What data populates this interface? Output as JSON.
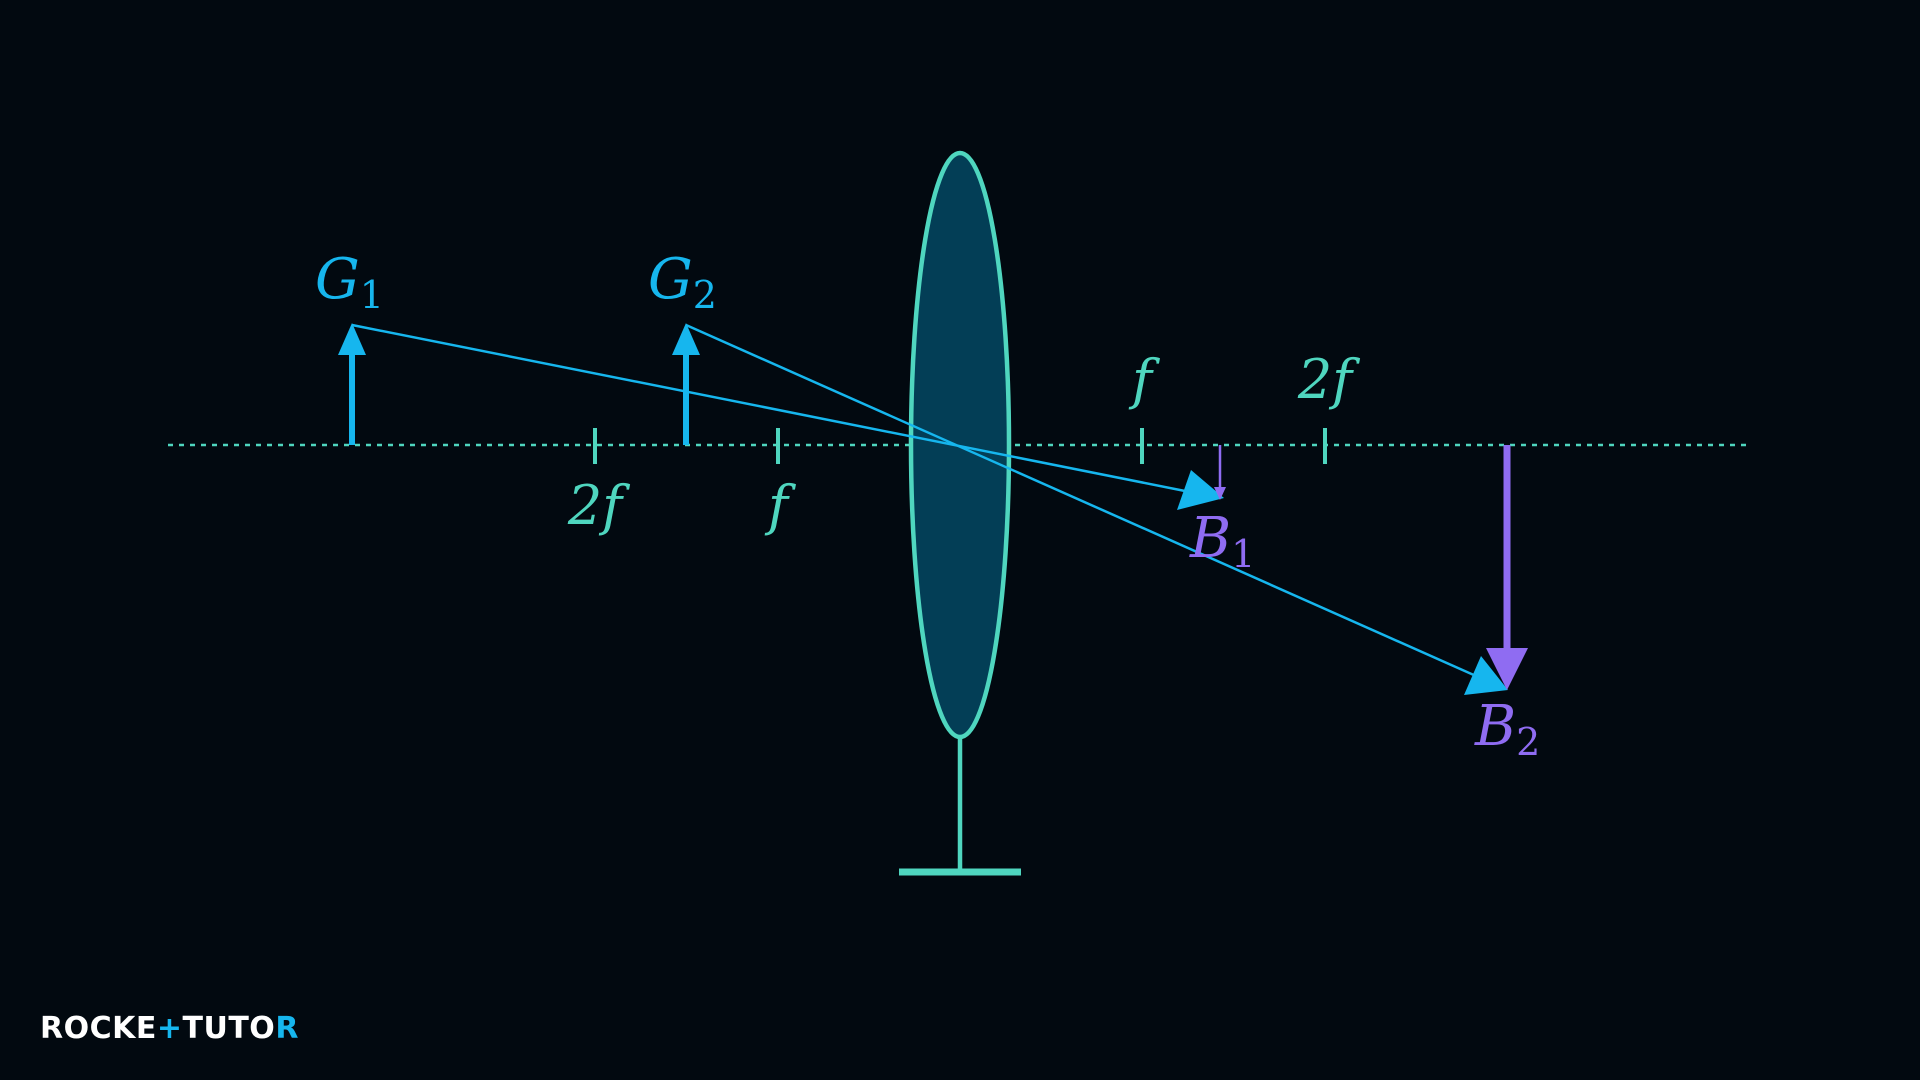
{
  "diagram": {
    "labels": {
      "g1": "G",
      "g1_sub": "1",
      "g2": "G",
      "g2_sub": "2",
      "b1": "B",
      "b1_sub": "1",
      "b2": "B",
      "b2_sub": "2",
      "left_2f": "2f",
      "left_f": "f",
      "right_f": "f",
      "right_2f": "2f"
    },
    "colors": {
      "background": "#020910",
      "axis": "#4fd6bf",
      "lens_fill": "#033e56",
      "lens_stroke": "#4fd6bf",
      "object": "#16b6ee",
      "image": "#8f6cf2",
      "ray": "#16b6ee"
    }
  },
  "logo": {
    "part1": "ROCKE",
    "cross": "+",
    "part2": "TUTO",
    "part3": "R"
  }
}
